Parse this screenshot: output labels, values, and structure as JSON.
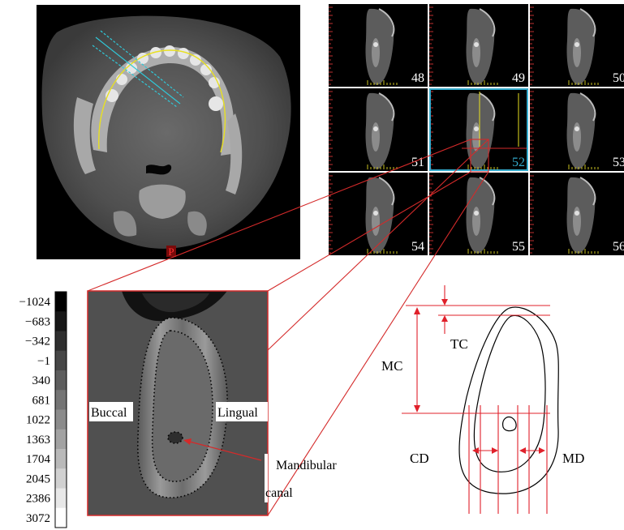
{
  "axial_view": {
    "orientation_marker": "P"
  },
  "slice_grid": {
    "slices": [
      {
        "number": "48",
        "selected": false
      },
      {
        "number": "49",
        "selected": false
      },
      {
        "number": "50",
        "selected": false
      },
      {
        "number": "51",
        "selected": false
      },
      {
        "number": "52",
        "selected": true
      },
      {
        "number": "53",
        "selected": false
      },
      {
        "number": "54",
        "selected": false
      },
      {
        "number": "55",
        "selected": false
      },
      {
        "number": "56",
        "selected": false
      }
    ],
    "selected_color": "#33aacc"
  },
  "hu_scale": {
    "labels": [
      "−1024",
      "−683",
      "−342",
      "−1",
      "340",
      "681",
      "1022",
      "1363",
      "1704",
      "2045",
      "2386",
      "3072"
    ]
  },
  "crosssection": {
    "buccal_label": "Buccal",
    "lingual_label": "Lingual",
    "canal_label_line1": "Mandibular",
    "canal_label_line2": "canal"
  },
  "measurement_schematic": {
    "tc_label": "TC",
    "mc_label": "MC",
    "cd_label": "CD",
    "md_label": "MD",
    "line_color": "#e0202a"
  },
  "colors": {
    "callout_red": "#d42a2a",
    "arch_yellow": "#e8e020",
    "guide_cyan": "#30c8d8"
  }
}
